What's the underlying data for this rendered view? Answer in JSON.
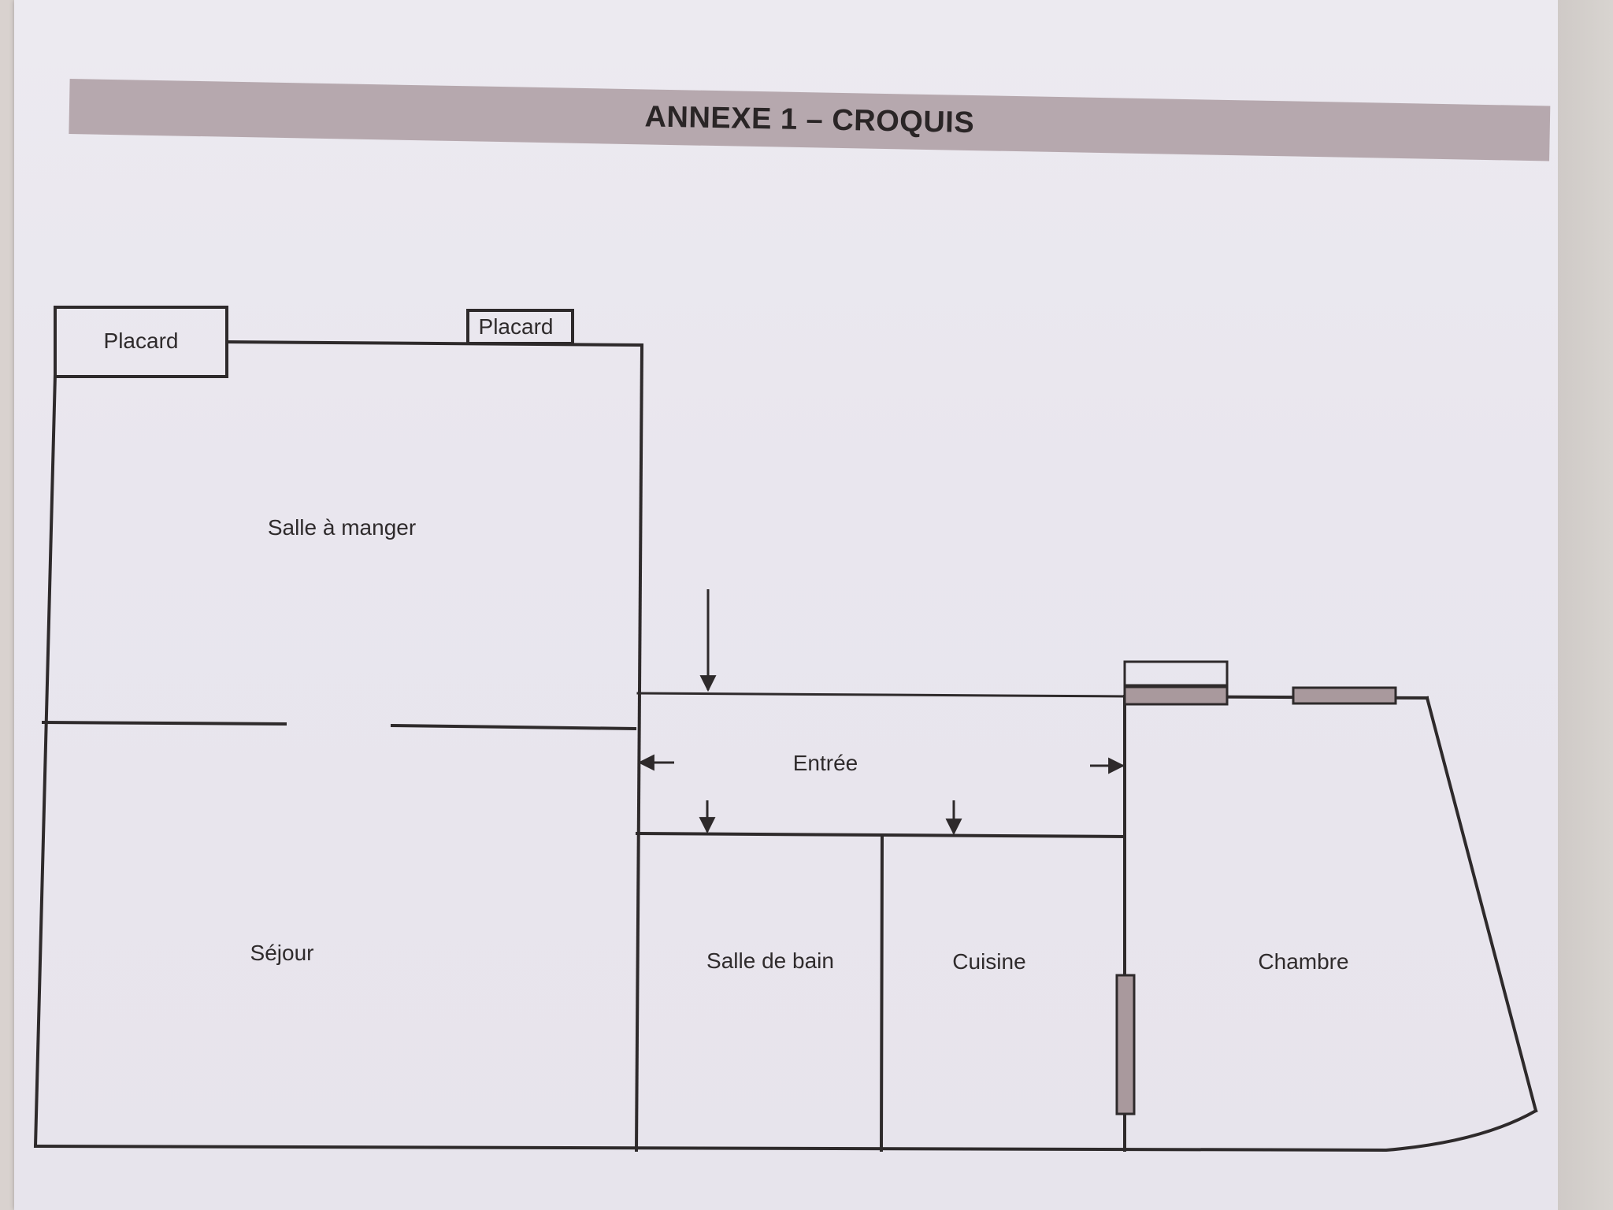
{
  "title": "ANNEXE 1 – CROQUIS",
  "labels": {
    "placard_left": "Placard",
    "placard_right": "Placard",
    "salle_a_manger": "Salle à manger",
    "sejour": "Séjour",
    "entree": "Entrée",
    "salle_de_bain": "Salle de bain",
    "cuisine": "Cuisine",
    "chambre": "Chambre"
  },
  "colors": {
    "wall": "#2e2a2b",
    "title_band": "#b6a8ae",
    "window": "#a9999d"
  }
}
